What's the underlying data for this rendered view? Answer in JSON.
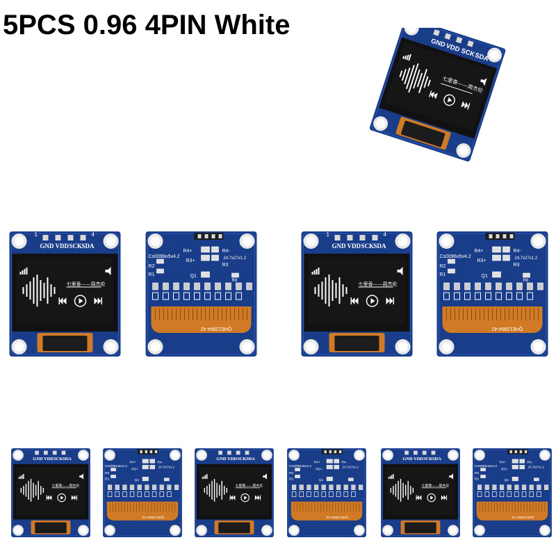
{
  "title": "5PCS 0.96 4PIN White",
  "pin_labels": [
    "GND",
    "VDD",
    "SCK",
    "SDA"
  ],
  "pin_numbers": [
    "1",
    "4"
  ],
  "screen_text": "七里香——周杰伦",
  "back_labels": {
    "model": "Cs0096o5v4.2",
    "r4_plus": "R4+",
    "r4_minus": "R4-",
    "r2": "R2",
    "r1": "R1",
    "r3_plus": "R3+",
    "r3_minus": "R3",
    "q1": "Q1",
    "dims": "24.7x27x1.2",
    "r8": "R8",
    "flex_code": "QHE12864-42"
  },
  "colors": {
    "pcb_blue": "#1a3d8a",
    "pcb_dark": "#0f2a66",
    "screen_black": "#111111",
    "flex_orange": "#d07a25",
    "pad_silver": "#e8e8e8"
  },
  "icons": [
    "signal-icon",
    "speaker-icon",
    "previous-icon",
    "play-icon",
    "next-icon"
  ]
}
